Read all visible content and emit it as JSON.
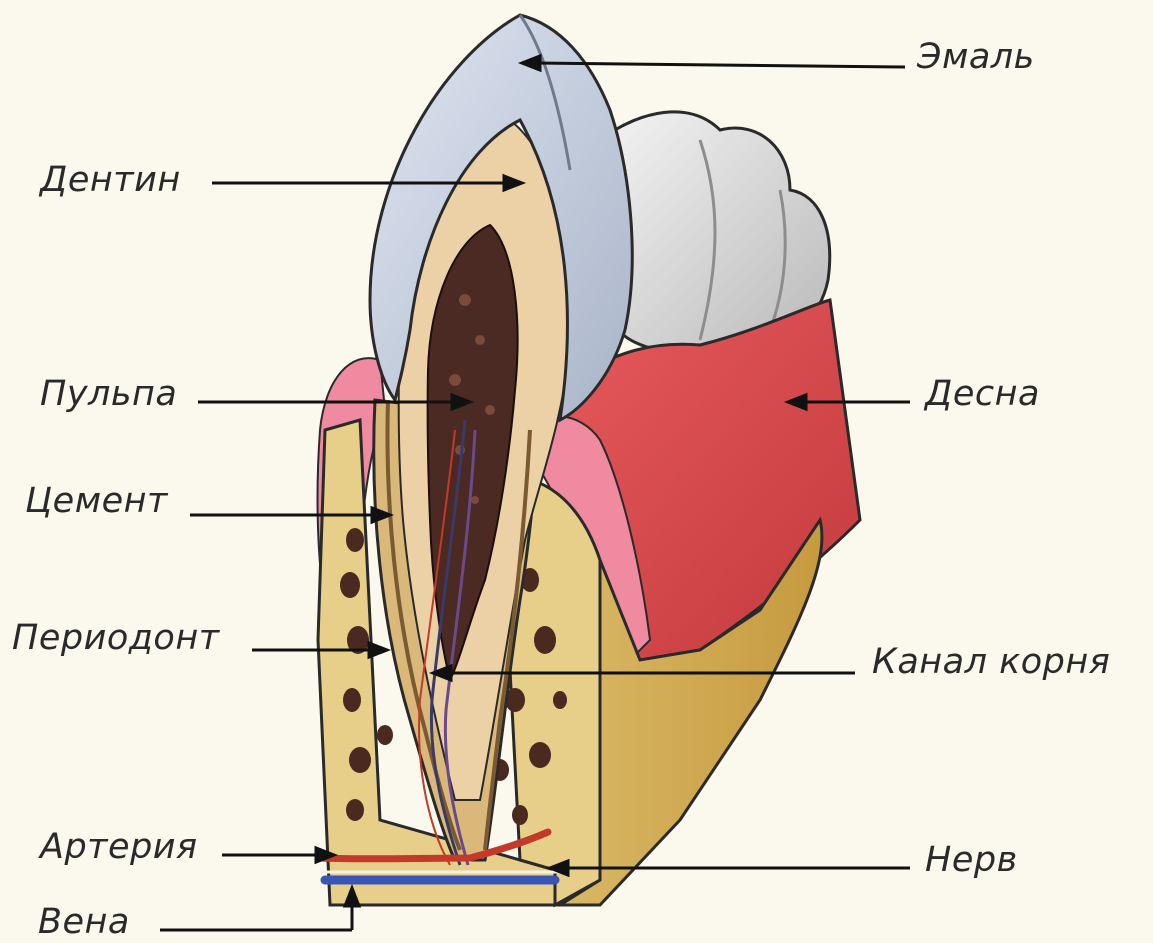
{
  "labels": {
    "enamel": "Эмаль",
    "dentin": "Дентин",
    "pulp": "Пульпа",
    "gum": "Десна",
    "cement": "Цемент",
    "periodontium": "Периодонт",
    "root_canal": "Канал корня",
    "artery": "Артерия",
    "nerve": "Нерв",
    "vein": "Вена"
  },
  "colors": {
    "background": "#fbf8ee",
    "enamel": "#c9d2e2",
    "dentin": "#e9c9a0",
    "pulp": "#4a2a22",
    "gum": "#d8454a",
    "bone": "#e3c67e",
    "artery": "#c23a2a",
    "vein": "#3a55b8",
    "leader_line": "#111111"
  }
}
